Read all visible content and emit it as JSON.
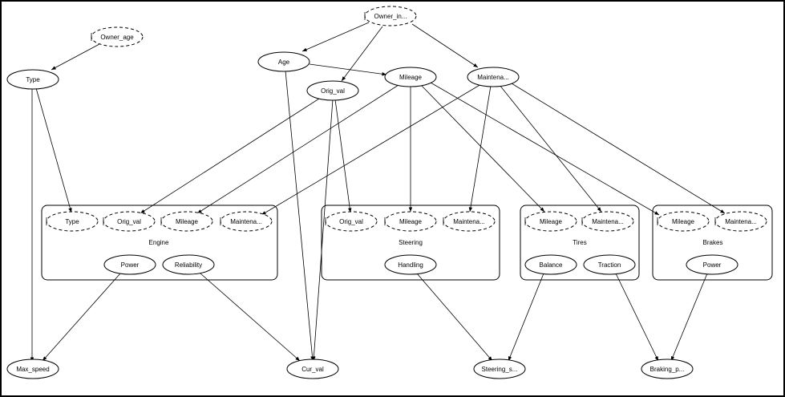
{
  "nodes": {
    "owner_in": "Owner_in...",
    "owner_age": "Owner_age",
    "type": "Type",
    "age": "Age",
    "mileage": "Mileage",
    "maintenance": "Maintena...",
    "orig_val": "Orig_val",
    "max_speed": "Max_speed",
    "cur_val": "Cur_val",
    "steering_s": "Steering_s...",
    "braking_p": "Braking_p..."
  },
  "clusters": {
    "engine": {
      "label": "Engine",
      "inputs": [
        "Type",
        "Orig_val",
        "Mileage",
        "Maintena..."
      ],
      "outputs": [
        "Power",
        "Reliability"
      ]
    },
    "steering": {
      "label": "Steering",
      "inputs": [
        "Orig_val",
        "Mileage",
        "Maintena..."
      ],
      "outputs": [
        "Handling"
      ]
    },
    "tires": {
      "label": "Tires",
      "inputs": [
        "Mileage",
        "Maintena..."
      ],
      "outputs": [
        "Balance",
        "Traction"
      ]
    },
    "brakes": {
      "label": "Brakes",
      "inputs": [
        "Mileage",
        "Maintena..."
      ],
      "outputs": [
        "Power"
      ]
    }
  }
}
